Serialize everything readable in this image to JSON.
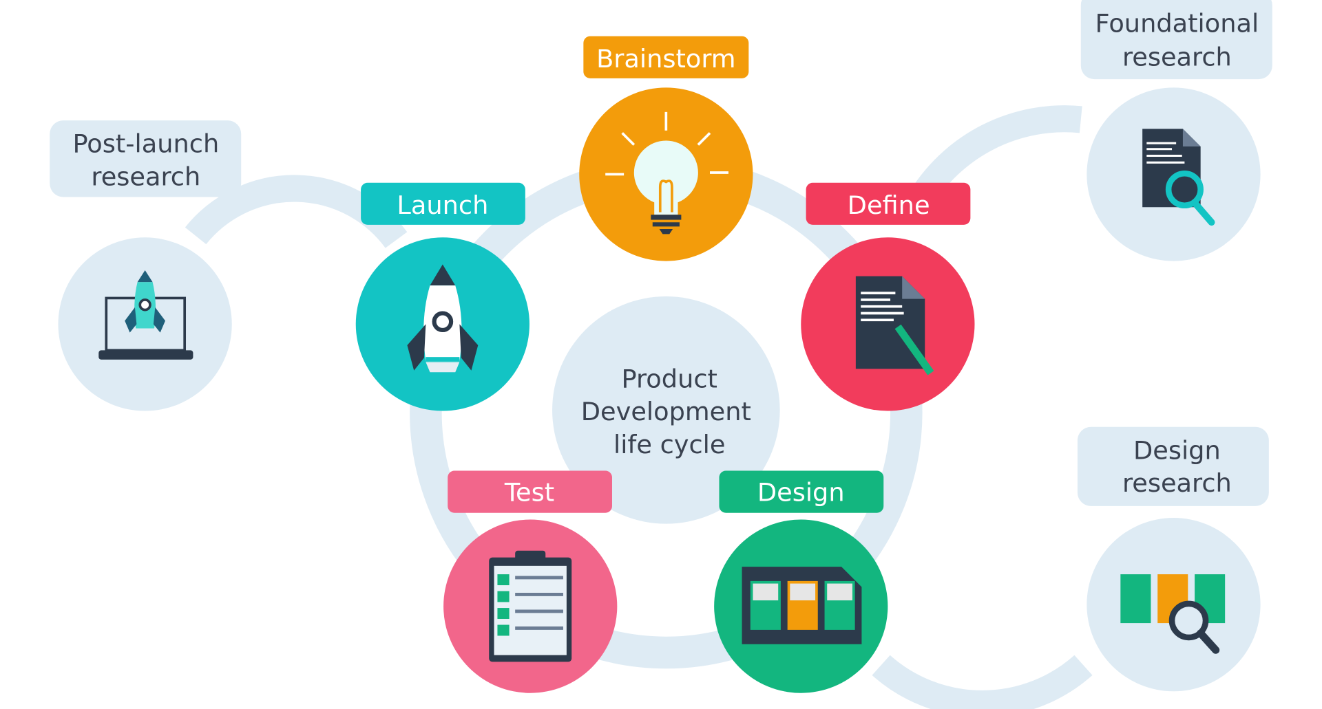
{
  "center": {
    "lines": [
      "Product",
      "Development",
      "life cycle"
    ]
  },
  "stages": {
    "brainstorm": "Brainstorm",
    "define": "Define",
    "design": "Design",
    "test": "Test",
    "launch": "Launch"
  },
  "research": {
    "foundational": [
      "Foundational",
      "research"
    ],
    "design": [
      "Design",
      "research"
    ],
    "post_launch": [
      "Post-launch",
      "research"
    ]
  },
  "colors": {
    "brainstorm": "#f39c0b",
    "define": "#f23c5c",
    "design": "#13b67f",
    "test": "#f2668b",
    "launch": "#13c4c4",
    "ring": "#deebf4",
    "ink": "#2c3a4b"
  }
}
